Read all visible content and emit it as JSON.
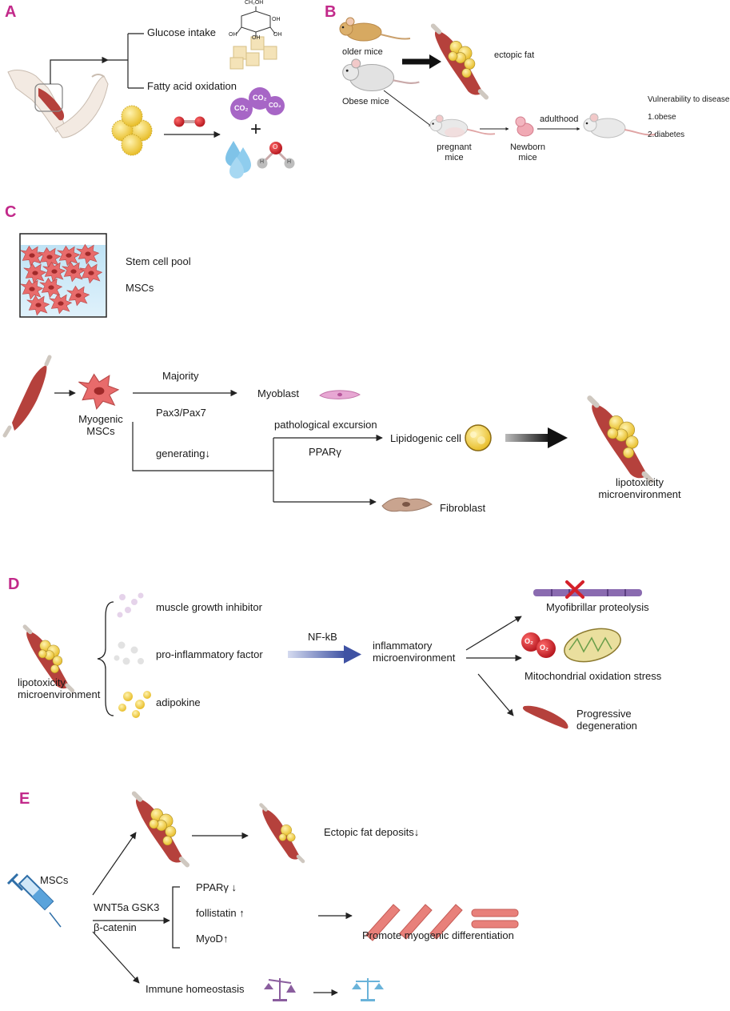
{
  "panels": {
    "A": {
      "letter": "A",
      "glucose_intake": "Glucose intake",
      "fatty_acid_oxidation": "Fatty acid oxidation",
      "chem": {
        "ch2oh": "CH₂OH",
        "oh": "OH",
        "co2": "CO₂",
        "h": "H",
        "o": "O",
        "plus": "+"
      }
    },
    "B": {
      "letter": "B",
      "older_mice": "older mice",
      "obese_mice": "Obese mice",
      "ectopic_fat": "ectopic fat",
      "pregnant_mice": [
        "pregnant",
        "mice"
      ],
      "newborn_mice": [
        "Newborn",
        "mice"
      ],
      "adulthood": "adulthood",
      "vulnerability": "Vulnerability to disease",
      "item1": "1.obese",
      "item2": "2.diabetes"
    },
    "C": {
      "letter": "C",
      "stem_cell_pool": "Stem cell pool",
      "mscs": "MSCs",
      "majority": "Majority",
      "myoblast": "Myoblast",
      "pax": "Pax3/Pax7",
      "myogenic_mscs": [
        "Myogenic",
        "MSCs"
      ],
      "generating": "generating↓",
      "pathological": "pathological excursion",
      "ppar": "PPARγ",
      "lipidogenic": "Lipidogenic cell",
      "fibroblast": "Fibroblast",
      "lipotoxicity": [
        "lipotoxicity",
        "microenvironment"
      ]
    },
    "D": {
      "letter": "D",
      "muscle_growth_inhibitor": "muscle growth inhibitor",
      "pro_inflammatory": "pro-inflammatory factor",
      "adipokine": "adipokine",
      "lipotoxicity": [
        "lipotoxicity",
        "microenvironment"
      ],
      "nfkb": "NF-kB",
      "inflammatory": [
        "inflammatory",
        "microenvironment"
      ],
      "myofibrillar": "Myofibrillar proteolysis",
      "mito": "Mitochondrial oxidation stress",
      "progressive": [
        "Progressive",
        "degeneration"
      ],
      "o2": "O₂"
    },
    "E": {
      "letter": "E",
      "mscs": "MSCs",
      "ectopic": "Ectopic fat deposits↓",
      "wnt": "WNT5a GSK3",
      "bcat": "β-catenin",
      "ppar": "PPARγ ↓",
      "follistatin": "follistatin ↑",
      "myod": "MyoD↑",
      "promote": "Promote myogenic differentiation",
      "immune": "Immune homeostasis"
    }
  },
  "colors": {
    "panel_letter": "#c2298a",
    "muscle": "#c0504d",
    "fat": "#f2d36b",
    "cell_pink": "#e8646a",
    "co2_purple": "#9b59b6",
    "nfkb_arrow": "#4a5ca8",
    "syringe": "#2f6fa8"
  }
}
